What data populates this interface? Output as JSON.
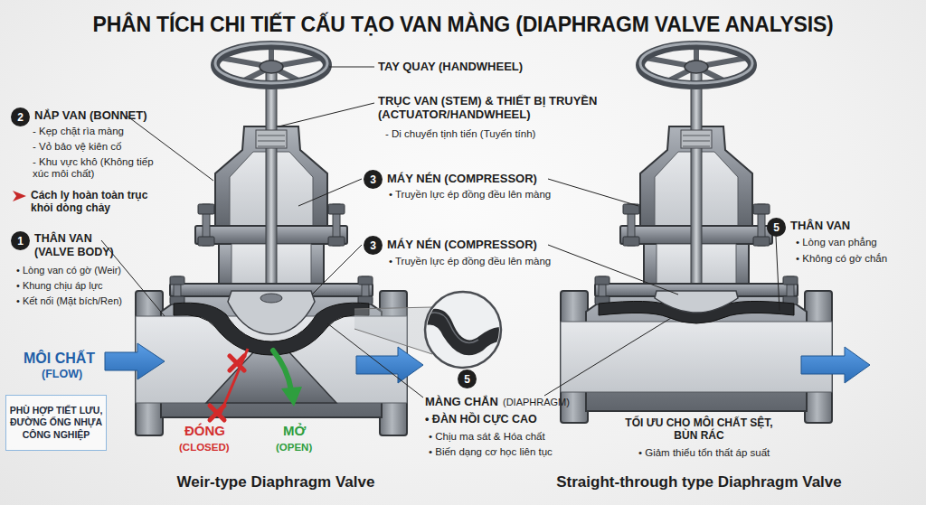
{
  "diagram": {
    "title": "PHÂN TÍCH CHI TIẾT CẤU TẠO VAN MÀNG (DIAPHRAGM VALVE ANALYSIS)",
    "nodes": [
      {
        "text": [
          "2"
        ]
      },
      {
        "text": [
          "3"
        ]
      },
      {
        "text": [
          "5"
        ]
      },
      {
        "text": [
          "1"
        ]
      },
      {
        "text": [
          "3"
        ]
      },
      {
        "text": [
          "5"
        ]
      },
      {
        "text": [
          "PHÙ HỢP TIẾT LƯU, ĐƯỜNG ỐNG NHỰA CÔNG NGHIỆP"
        ]
      }
    ],
    "labels": [
      "TAY QUAY (HANDWHEEL)",
      "NẮP VAN (BONNET)",
      "- Kẹp chặt rìa màng",
      "- Vỏ bảo vệ kiên cố",
      "- Khu vực khô (Không tiếp xúc môi chất)",
      "Cách ly hoàn toàn trục khỏi dòng chảy",
      "TRỤC VAN (STEM) & THIẾT BỊ TRUYỀN (ACTUATOR/HANDWHEEL)",
      "- Di chuyển tịnh tiến (Tuyến tính)",
      "MÁY NÉN (COMPRESSOR)",
      "• Truyền lực ép đồng đều lên màng",
      "THÂN VAN (VALVE BODY)",
      "• Lòng van có gờ (Weir)",
      "• Khung chịu áp lực",
      "• Kết nối (Mặt bích/Ren)",
      "MÁY NÉN (COMPRESSOR)",
      "• Truyền lực ép đồng đều lên màng",
      "THÂN VAN",
      "• Lòng van phẳng",
      "• Không có gờ chắn",
      "MÔI CHẤT",
      "(FLOW)",
      "ĐÓNG",
      "(CLOSED)",
      "MỞ",
      "(OPEN)",
      "MÀNG CHẮN",
      "(DIAPHRAGM)",
      "• ĐÀN HỒI CỰC CAO",
      "• Chịu ma sát & Hóa chất",
      "• Biến dạng cơ học liên tục",
      "TỐI ƯU CHO MÔI CHẤT SỆT, BÙN RÁC",
      "• Giảm thiểu tổn thất áp suất",
      "Weir-type Diaphragm Valve",
      "Straight-through type Diaphragm Valve"
    ]
  }
}
